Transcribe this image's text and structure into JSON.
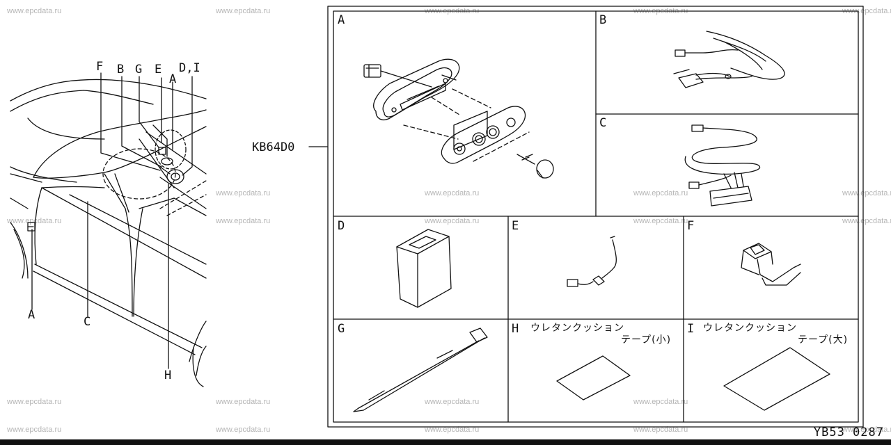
{
  "watermark": "www.epcdata.ru",
  "part_number": "KB64D0",
  "drawing_code": "YB53 0287",
  "callouts": {
    "F": "F",
    "B": "B",
    "G": "G",
    "E": "E",
    "DI": "D,I",
    "A_top": "A",
    "A_bottom": "A",
    "C": "C",
    "H": "H"
  },
  "cells": {
    "A": "A",
    "B": "B",
    "C": "C",
    "D": "D",
    "E": "E",
    "F": "F",
    "G": "G",
    "H": "H",
    "I": "I"
  },
  "cell_H_text": {
    "line1": "ウレタンクッション",
    "line2": "テープ(小)"
  },
  "cell_I_text": {
    "line1": "ウレタンクッション",
    "line2": "テープ(大)"
  }
}
